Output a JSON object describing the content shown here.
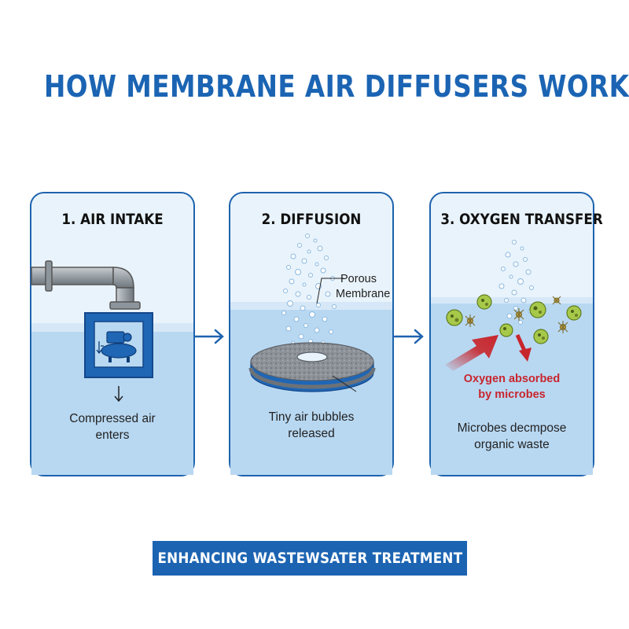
{
  "title": "HOW MEMBRANE AIR DIFFUSERS WORK",
  "steps": [
    {
      "title": "1. AIR INTAKE",
      "caption_lines": [
        "Compressed air",
        "enters"
      ],
      "icons": [
        "pipe-icon",
        "compressor-icon",
        "down-arrow-icon"
      ]
    },
    {
      "title": "2. DIFFUSION",
      "callout_lines": [
        "Porous",
        "Membrane"
      ],
      "caption_lines": [
        "Tiny air bubbles",
        "released"
      ],
      "icons": [
        "membrane-disc-icon",
        "bubbles-icon"
      ]
    },
    {
      "title": "3. OXYGEN TRANSFER",
      "highlight_lines": [
        "Oxygen absorbed",
        "by microbes"
      ],
      "caption_lines": [
        "Microbes decmpose",
        "organic waste"
      ],
      "icons": [
        "microbe-icon",
        "red-arrow-icon",
        "bubbles-icon"
      ]
    }
  ],
  "footer_banner": "ENHANCING WASTEWSATER TREATMENT",
  "colors": {
    "brand_blue": "#1b64b3",
    "panel_border": "#1d63ad",
    "water": "#b8d8f2",
    "water_surface": "#d6e8f7",
    "accent_red": "#c8262d",
    "microbe_green": "#9bbf3a"
  }
}
